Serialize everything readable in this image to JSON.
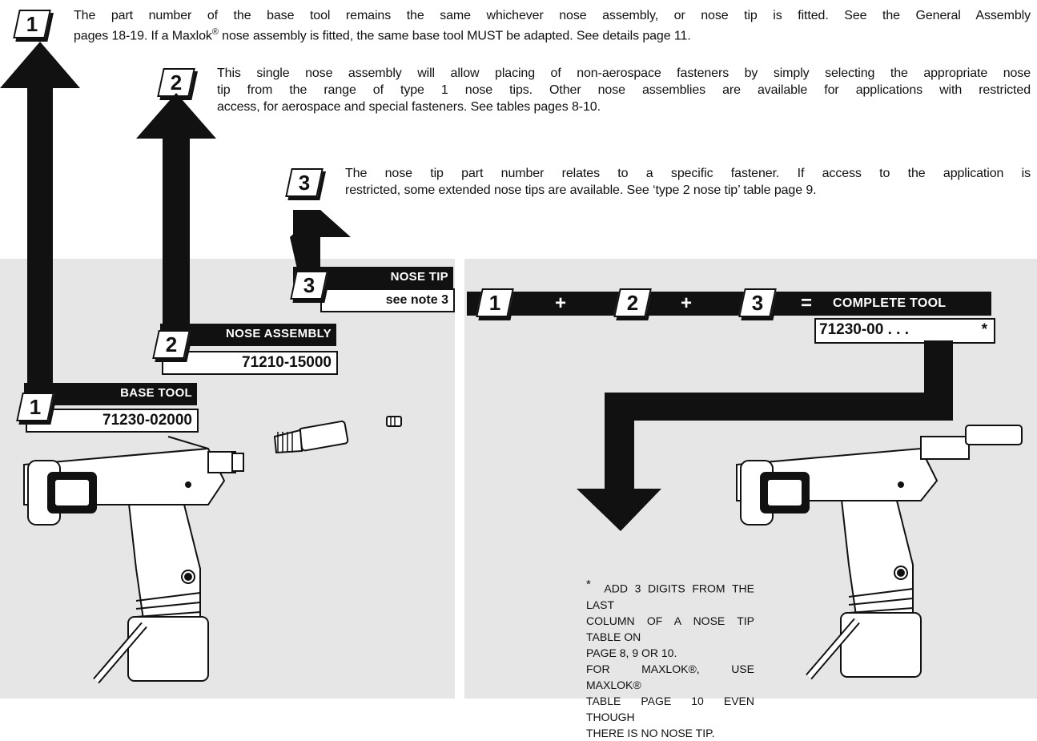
{
  "notes": {
    "n1": {
      "num": "1",
      "line1": "The part number of the base tool remains the same whichever nose assembly, or nose tip is fitted. See the General Assembly",
      "line2a": "pages 18-19. If a Maxlok",
      "line2reg": "®",
      "line2b": " nose assembly is fitted, the same base tool MUST be adapted. See details page 11."
    },
    "n2": {
      "num": "2",
      "line1": "This single nose assembly will allow placing of non-aerospace fasteners by simply selecting the appropriate nose",
      "line2": "tip from the range of type 1 nose tips. Other nose assemblies are available for applications with restricted",
      "line3": "access, for aerospace  and special fasteners. See tables pages 8-10."
    },
    "n3": {
      "num": "3",
      "line1": "The nose tip part number relates to a specific fastener. If access to the application is",
      "line2": "restricted, some extended nose tips are available. See ‘type 2 nose tip’ table page 9."
    }
  },
  "left_panel": {
    "nose_tip": {
      "num": "3",
      "title": "NOSE TIP",
      "value": "see note 3"
    },
    "nose_assembly": {
      "num": "2",
      "title": "NOSE ASSEMBLY",
      "value": "71210-15000"
    },
    "base_tool": {
      "num": "1",
      "title": "BASE TOOL",
      "value": "71230-02000"
    }
  },
  "right_panel": {
    "formula": {
      "a": "1",
      "plus1": "+",
      "b": "2",
      "plus2": "+",
      "c": "3",
      "equals": "=",
      "title": "COMPLETE TOOL"
    },
    "complete_value": "71230-00 . . .",
    "star": "*",
    "footnote": {
      "star": "*",
      "line1": "ADD 3 DIGITS FROM THE LAST",
      "line2": "COLUMN OF A NOSE TIP TABLE ON",
      "line3": "PAGE 8, 9 OR 10.",
      "line4": "FOR MAXLOK®, USE MAXLOK®",
      "line5": "TABLE PAGE 10 EVEN THOUGH",
      "line6": "THERE IS NO NOSE TIP."
    }
  },
  "colors": {
    "panel": "#e6e6e6",
    "ink": "#111111"
  }
}
